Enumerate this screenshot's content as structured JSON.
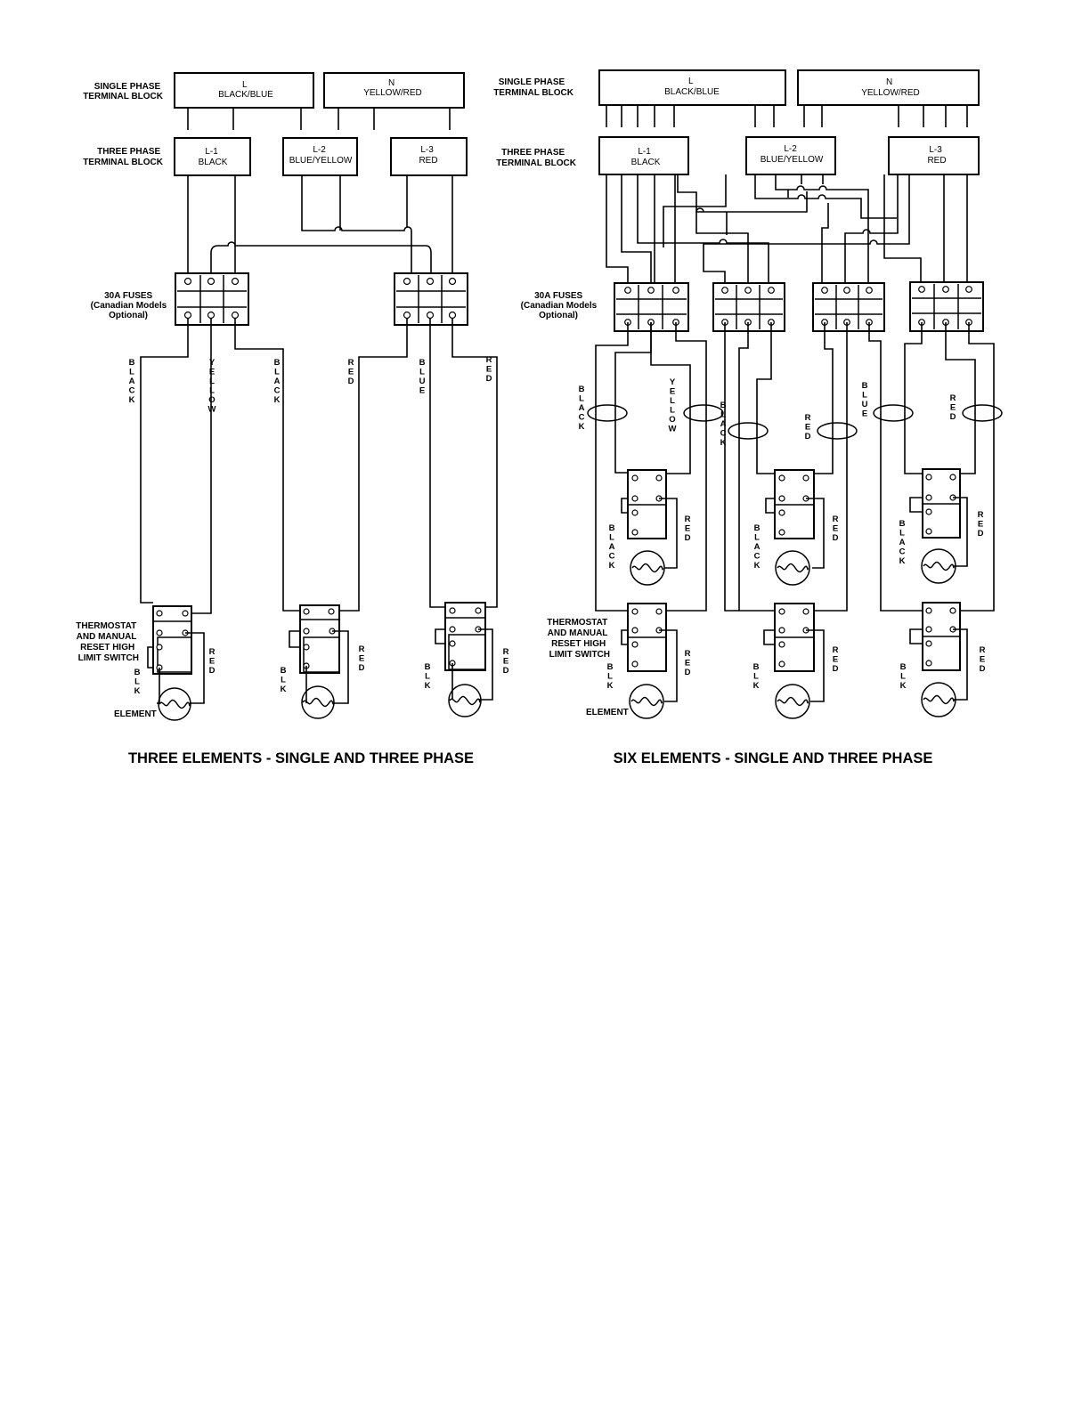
{
  "left": {
    "single_phase_label": [
      "SINGLE PHASE",
      "TERMINAL BLOCK"
    ],
    "three_phase_label": [
      "THREE PHASE",
      "TERMINAL BLOCK"
    ],
    "block_l": [
      "L",
      "BLACK/BLUE"
    ],
    "block_n": [
      "N",
      "YELLOW/RED"
    ],
    "block_l1": [
      "L-1",
      "BLACK"
    ],
    "block_l2": [
      "L-2",
      "BLUE/YELLOW"
    ],
    "block_l3": [
      "L-3",
      "RED"
    ],
    "fuses_label": [
      "30A FUSES",
      "(Canadian Models",
      "Optional)"
    ],
    "wire_labels": [
      "BLACK",
      "YELLOW",
      "BLACK",
      "RED",
      "BLUE",
      "RED"
    ],
    "thermostat_label": [
      "THERMOSTAT",
      "AND MANUAL",
      "RESET HIGH",
      "LIMIT SWITCH"
    ],
    "blk": "BLK",
    "red": "RED",
    "element_label": "ELEMENT",
    "caption": "THREE ELEMENTS - SINGLE AND THREE PHASE"
  },
  "right": {
    "single_phase_label": [
      "SINGLE PHASE",
      "TERMINAL BLOCK"
    ],
    "three_phase_label": [
      "THREE PHASE",
      "TERMINAL BLOCK"
    ],
    "block_l": [
      "L",
      "BLACK/BLUE"
    ],
    "block_n": [
      "N",
      "YELLOW/RED"
    ],
    "block_l1": [
      "L-1",
      "BLACK"
    ],
    "block_l2": [
      "L-2",
      "BLUE/YELLOW"
    ],
    "block_l3": [
      "L-3",
      "RED"
    ],
    "fuses_label": [
      "30A FUSES",
      "(Canadian Models",
      "Optional)"
    ],
    "wire_labels": [
      "BLACK",
      "YELLOW",
      "BLACK",
      "RED",
      "BLUE",
      "RED"
    ],
    "upper_black": "BLACK",
    "thermostat_label": [
      "THERMOSTAT",
      "AND MANUAL",
      "RESET HIGH",
      "LIMIT SWITCH"
    ],
    "blk": "BLK",
    "red": "RED",
    "element_label": "ELEMENT",
    "caption": "SIX ELEMENTS - SINGLE AND THREE PHASE"
  }
}
